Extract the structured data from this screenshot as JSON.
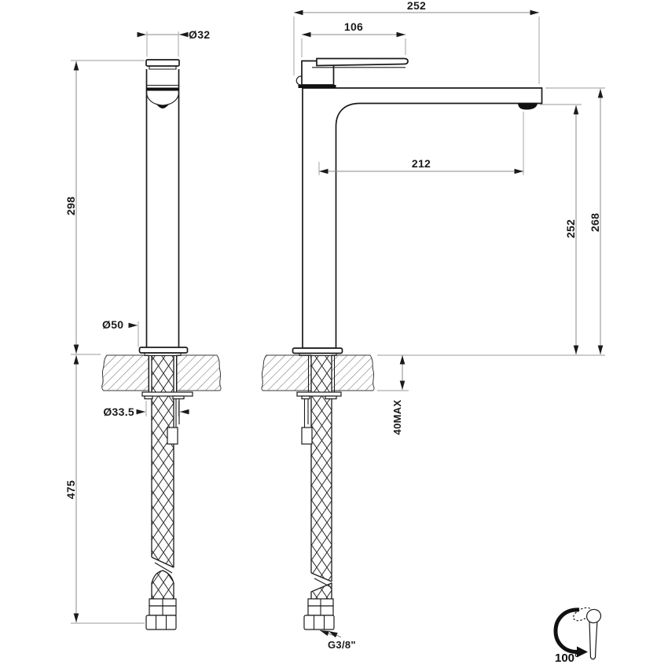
{
  "drawing": {
    "background": "#ffffff",
    "line_color": "#1a1a1a",
    "dimension_line_color": "#8a8a8a",
    "front_view": {
      "handle_diameter": "Ø32",
      "height_to_counter": "298",
      "base_diameter": "Ø50",
      "hole_diameter": "Ø33.5",
      "hose_length": "475"
    },
    "side_view": {
      "total_depth": "252",
      "lever_length": "106",
      "spout_reach": "212",
      "spout_outlet_height": "252",
      "total_height": "268",
      "counter_thickness_max": "40MAX",
      "hose_thread": "G3/8\""
    },
    "rotation_icon": {
      "angle": "100°",
      "symbol": "curved-arrow-counterclockwise"
    }
  }
}
